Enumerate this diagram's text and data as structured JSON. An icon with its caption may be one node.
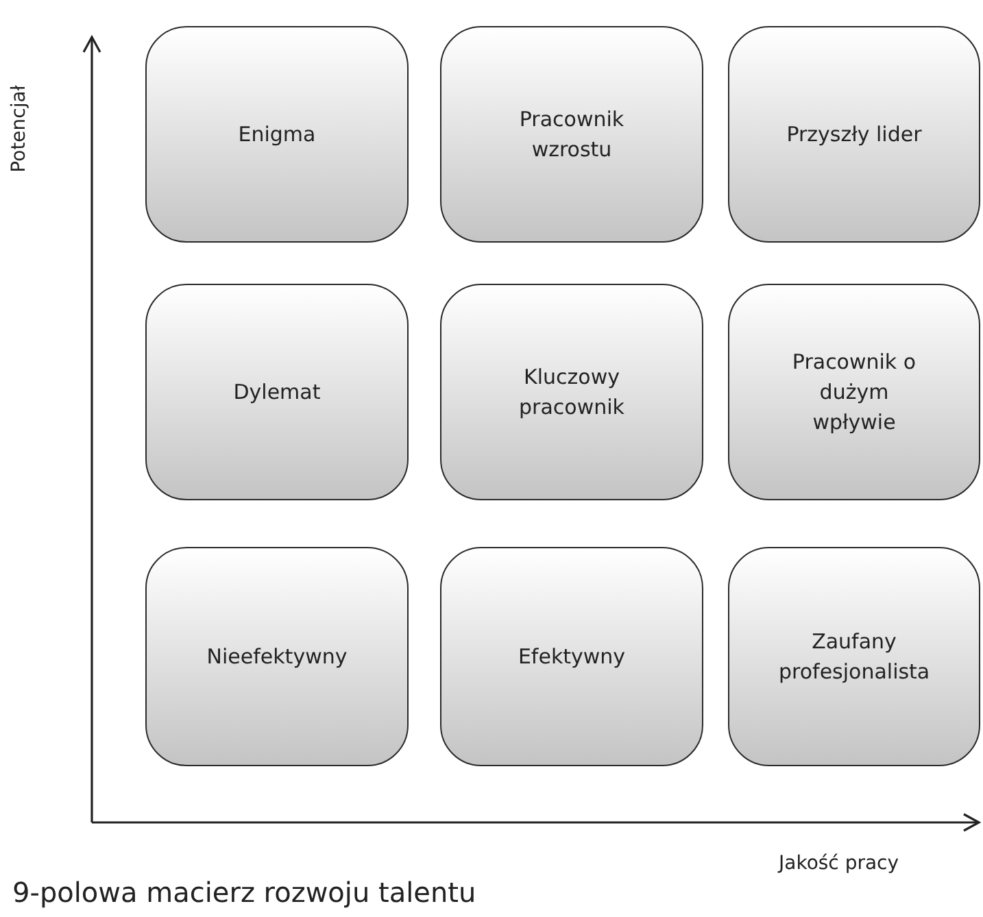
{
  "diagram": {
    "caption": "9-polowa macierz rozwoju talentu",
    "nodes": [
      {
        "text": [
          "Enigma"
        ]
      },
      {
        "text": [
          "Pracownik wzrostu"
        ]
      },
      {
        "text": [
          "Przyszły lider"
        ]
      },
      {
        "text": [
          "Dylemat"
        ]
      },
      {
        "text": [
          "Kluczowy pracownik"
        ]
      },
      {
        "text": [
          "Pracownik o dużym wpływie"
        ]
      },
      {
        "text": [
          "Nieefektywny"
        ]
      },
      {
        "text": [
          "Efektywny"
        ]
      },
      {
        "text": [
          "Zaufany profesjonalista"
        ]
      }
    ],
    "edges": [],
    "labels": [
      "Potencjał",
      "Jakość pracy"
    ]
  }
}
